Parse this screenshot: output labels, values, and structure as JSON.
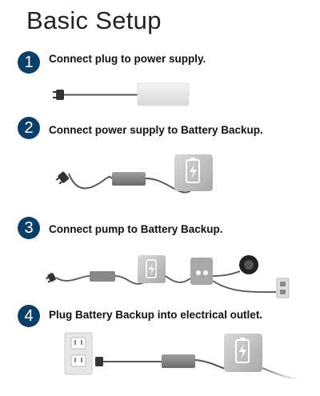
{
  "page": {
    "title": "Basic Setup"
  },
  "steps": [
    {
      "number": "1",
      "text": "Connect plug to power supply."
    },
    {
      "number": "2",
      "text": "Connect power supply to Battery Backup."
    },
    {
      "number": "3",
      "text": "Connect pump to Battery Backup."
    },
    {
      "number": "4",
      "text": "Plug Battery Backup into electrical outlet."
    }
  ],
  "colors": {
    "badge": "#0d3e66",
    "cable": "#555555",
    "device": "#9a9a9a"
  },
  "icons": [
    "plug-icon",
    "power-supply-icon",
    "battery-backup-icon",
    "pump-icon",
    "outlet-icon"
  ]
}
